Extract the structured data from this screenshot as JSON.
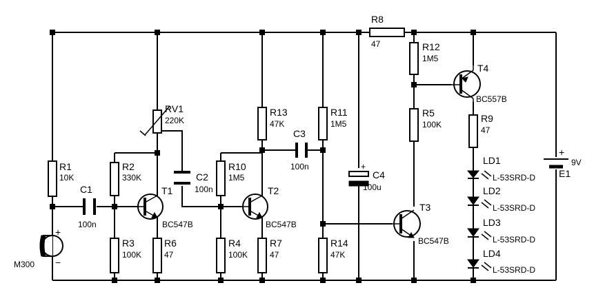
{
  "components": {
    "r1": {
      "ref": "R1",
      "value": "10K"
    },
    "r2": {
      "ref": "R2",
      "value": "330K"
    },
    "r3": {
      "ref": "R3",
      "value": "100K"
    },
    "r4": {
      "ref": "R4",
      "value": "100K"
    },
    "r5": {
      "ref": "R5",
      "value": "100K"
    },
    "r6": {
      "ref": "R6",
      "value": "47"
    },
    "r7": {
      "ref": "R7",
      "value": "47"
    },
    "r8": {
      "ref": "R8",
      "value": "47"
    },
    "r9": {
      "ref": "R9",
      "value": "47"
    },
    "r10": {
      "ref": "R10",
      "value": "1M5"
    },
    "r11": {
      "ref": "R11",
      "value": "1M5"
    },
    "r12": {
      "ref": "R12",
      "value": "1M5"
    },
    "r13": {
      "ref": "R13",
      "value": "47K"
    },
    "r14": {
      "ref": "R14",
      "value": "47K"
    },
    "rv1": {
      "ref": "RV1",
      "value": "220K"
    },
    "c1": {
      "ref": "C1",
      "value": "100n"
    },
    "c2": {
      "ref": "C2",
      "value": "100n"
    },
    "c3": {
      "ref": "C3",
      "value": "100n"
    },
    "c4": {
      "ref": "C4",
      "value": "100u",
      "polarity": "+"
    },
    "t1": {
      "ref": "T1",
      "value": "BC547B"
    },
    "t2": {
      "ref": "T2",
      "value": "BC547B"
    },
    "t3": {
      "ref": "T3",
      "value": "BC547B"
    },
    "t4": {
      "ref": "T4",
      "value": "BC557B"
    },
    "ld1": {
      "ref": "LD1",
      "value": "L-53SRD-D"
    },
    "ld2": {
      "ref": "LD2",
      "value": "L-53SRD-D"
    },
    "ld3": {
      "ref": "LD3",
      "value": "L-53SRD-D"
    },
    "ld4": {
      "ref": "LD4",
      "value": "L-53SRD-D"
    },
    "mic": {
      "ref": "M300",
      "plus": "+",
      "minus": "−"
    },
    "battery": {
      "ref": "E1",
      "value": "9V",
      "plus": "+"
    }
  }
}
